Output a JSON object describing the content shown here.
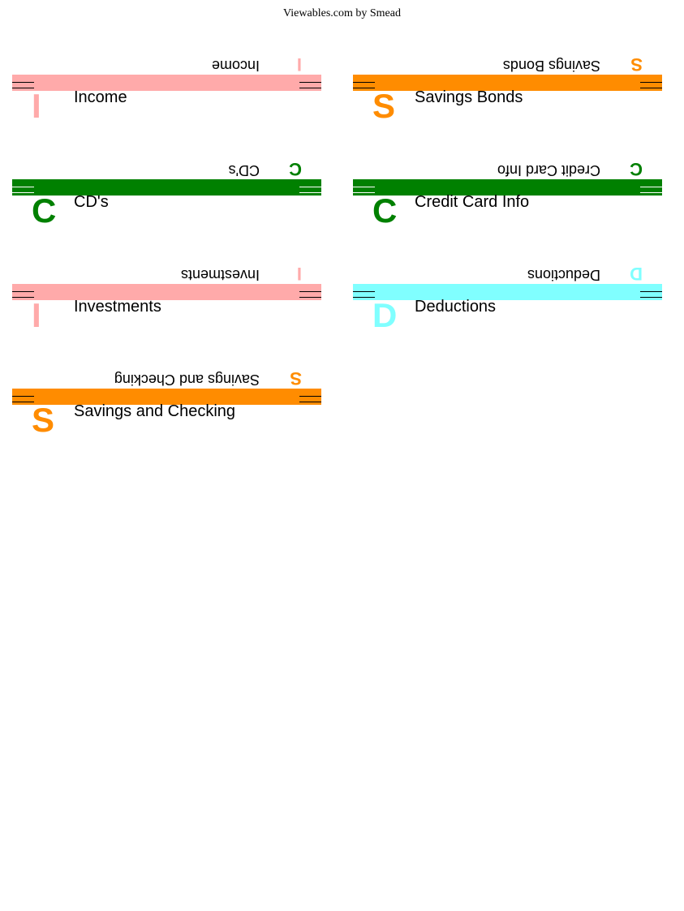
{
  "header": {
    "text": "Viewables.com by Smead"
  },
  "labels": [
    {
      "id": "income",
      "title": "Income",
      "letter": "I",
      "color": "#ffaaaa"
    },
    {
      "id": "savings-bonds",
      "title": "Savings Bonds",
      "letter": "S",
      "color": "#ff8c00"
    },
    {
      "id": "cds",
      "title": "CD's",
      "letter": "C",
      "color": "#008000"
    },
    {
      "id": "credit-card-info",
      "title": "Credit Card Info",
      "letter": "C",
      "color": "#008000"
    },
    {
      "id": "investments",
      "title": "Investments",
      "letter": "I",
      "color": "#ffaaaa"
    },
    {
      "id": "deductions",
      "title": "Deductions",
      "letter": "D",
      "color": "#80ffff"
    },
    {
      "id": "savings-and-checking",
      "title": "Savings and Checking",
      "letter": "S",
      "color": "#ff8c00"
    }
  ]
}
